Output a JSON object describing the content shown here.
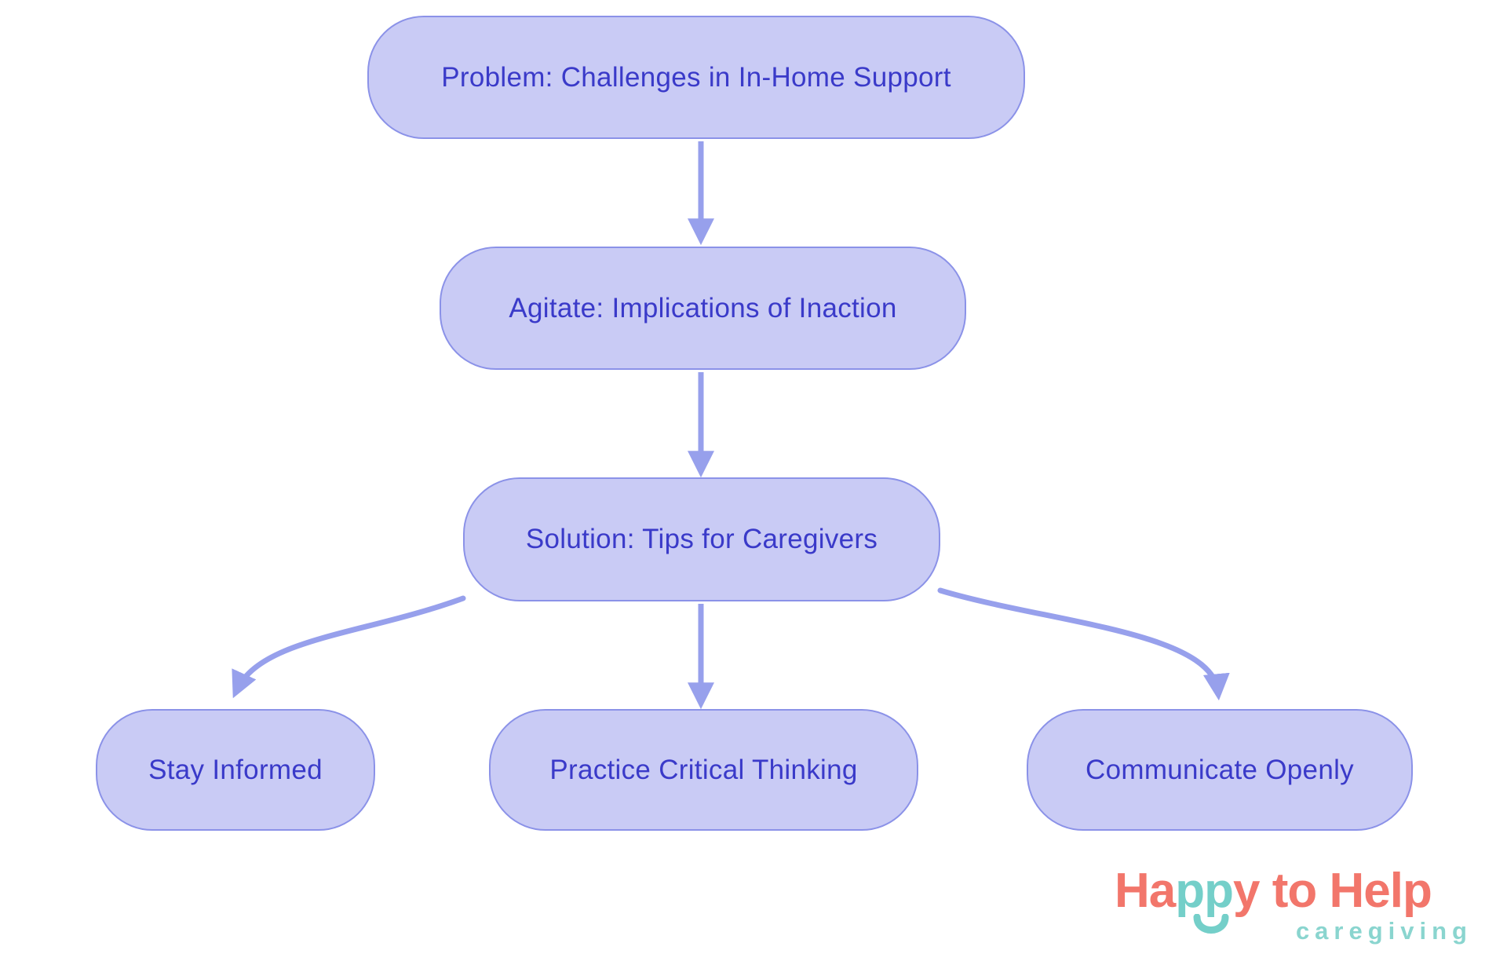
{
  "flowchart": {
    "nodes": [
      {
        "id": "problem",
        "label": "Problem: Challenges in In-Home Support"
      },
      {
        "id": "agitate",
        "label": "Agitate: Implications of Inaction"
      },
      {
        "id": "solution",
        "label": "Solution: Tips for Caregivers"
      },
      {
        "id": "stay_informed",
        "label": "Stay Informed"
      },
      {
        "id": "practice_critical_thinking",
        "label": "Practice Critical Thinking"
      },
      {
        "id": "communicate_openly",
        "label": "Communicate Openly"
      }
    ],
    "edges": [
      {
        "from": "problem",
        "to": "agitate"
      },
      {
        "from": "agitate",
        "to": "solution"
      },
      {
        "from": "solution",
        "to": "stay_informed"
      },
      {
        "from": "solution",
        "to": "practice_critical_thinking"
      },
      {
        "from": "solution",
        "to": "communicate_openly"
      }
    ],
    "colors": {
      "node_fill": "#C9CBF5",
      "node_border": "#8B92E8",
      "node_text": "#3A3AC9",
      "arrow": "#97A0EC"
    }
  },
  "logo": {
    "title_part_1": "Ha",
    "title_part_2": "pp",
    "title_part_3": "y to Help",
    "subtitle": "caregiving",
    "colors": {
      "coral": "#F2766B",
      "teal": "#74CFC9"
    }
  }
}
